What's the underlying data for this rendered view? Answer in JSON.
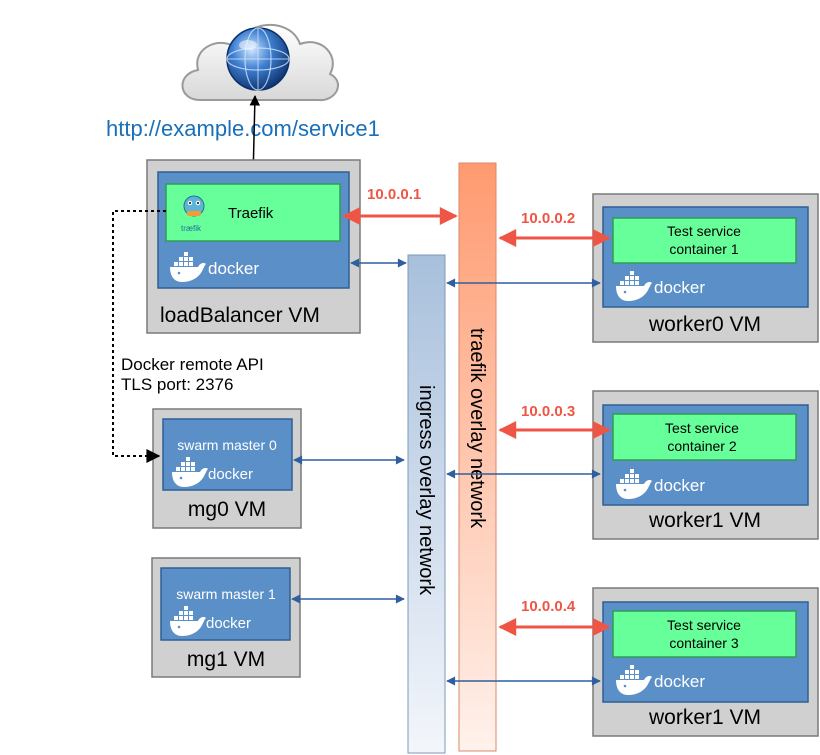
{
  "url_label": "http://example.com/service1",
  "remote_api": {
    "line1": "Docker remote API",
    "line2": "TLS port: 2376"
  },
  "networks": {
    "ingress": "ingress overlay network",
    "traefik": "traefik overlay network"
  },
  "docker_label": "docker",
  "traefik_logo_text": "træfik",
  "lb": {
    "vm_label": "loadBalancer VM",
    "app_label": "Traefik",
    "ip": "10.0.0.1"
  },
  "managers": [
    {
      "vm_label": "mg0 VM",
      "service_label": "swarm master 0"
    },
    {
      "vm_label": "mg1 VM",
      "service_label": "swarm master 1"
    }
  ],
  "workers": [
    {
      "vm_label": "worker0 VM",
      "line1": "Test service",
      "line2": "container 1",
      "ip": "10.0.0.2"
    },
    {
      "vm_label": "worker1 VM",
      "line1": "Test service",
      "line2": "container 2",
      "ip": "10.0.0.3"
    },
    {
      "vm_label": "worker1 VM",
      "line1": "Test service",
      "line2": "container 3",
      "ip": "10.0.0.4"
    }
  ],
  "colors": {
    "vm_fill": "#d0d0d0",
    "vm_stroke": "#7a7a7a",
    "docker_fill": "#5b8fc7",
    "docker_stroke": "#2f5f94",
    "service_fill": "#66ff99",
    "service_stroke": "#2e9e55",
    "ip_red": "#ee5544",
    "link_blue": "#2f5f9e",
    "url_blue": "#1a6fba"
  }
}
